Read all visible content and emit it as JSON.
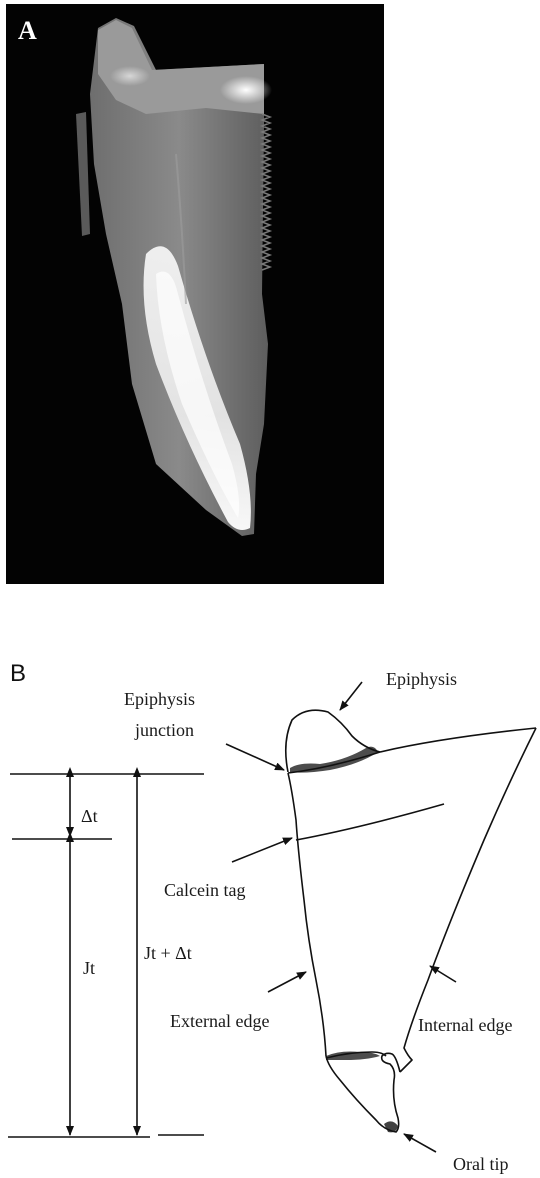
{
  "figure": {
    "panel_a_label": "A",
    "panel_b_label": "B",
    "labels": {
      "epiphysis": "Epiphysis",
      "epiphysis_junction_line1": "Epiphysis",
      "epiphysis_junction_line2": "junction",
      "calcein_tag": "Calcein tag",
      "external_edge": "External edge",
      "internal_edge": "Internal edge",
      "oral_tip": "Oral tip",
      "delta_t": "Δt",
      "jt": "Jt",
      "jt_plus_delta_t": "Jt +  Δt"
    }
  }
}
